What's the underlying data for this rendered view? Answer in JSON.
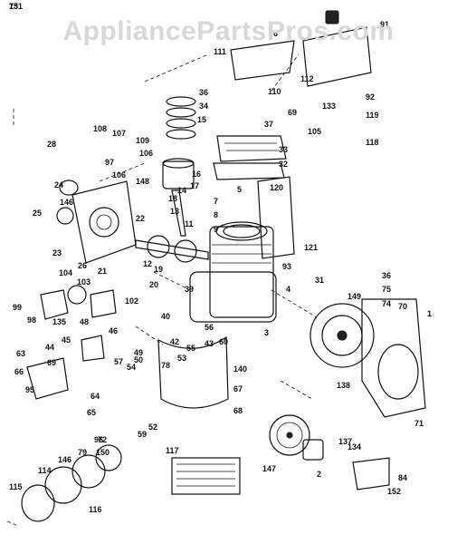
{
  "watermark": "AppliancePartsPros.com",
  "labels": [
    "91",
    "6",
    "111",
    "112",
    "110",
    "36",
    "34",
    "15",
    "37",
    "133",
    "92",
    "69",
    "119",
    "105",
    "118",
    "108",
    "107",
    "109",
    "28",
    "97",
    "106",
    "106",
    "14",
    "16",
    "17",
    "33",
    "32",
    "24",
    "25",
    "146",
    "148",
    "120",
    "5",
    "7",
    "8",
    "9",
    "18",
    "13",
    "22",
    "11",
    "23",
    "26",
    "21",
    "12",
    "121",
    "19",
    "93",
    "104",
    "99",
    "103",
    "98",
    "102",
    "20",
    "39",
    "40",
    "4",
    "31",
    "149",
    "36",
    "75",
    "74",
    "70",
    "135",
    "48",
    "46",
    "45",
    "44",
    "42",
    "56",
    "43",
    "60",
    "3",
    "1",
    "63",
    "66",
    "69",
    "78",
    "57",
    "49",
    "50",
    "54",
    "53",
    "55",
    "140",
    "138",
    "67",
    "68",
    "64",
    "65",
    "52",
    "59",
    "95",
    "96",
    "150",
    "147",
    "2",
    "137",
    "134",
    "71",
    "72",
    "79",
    "146",
    "114",
    "115",
    "116",
    "117",
    "84",
    "152",
    "151",
    "73"
  ]
}
